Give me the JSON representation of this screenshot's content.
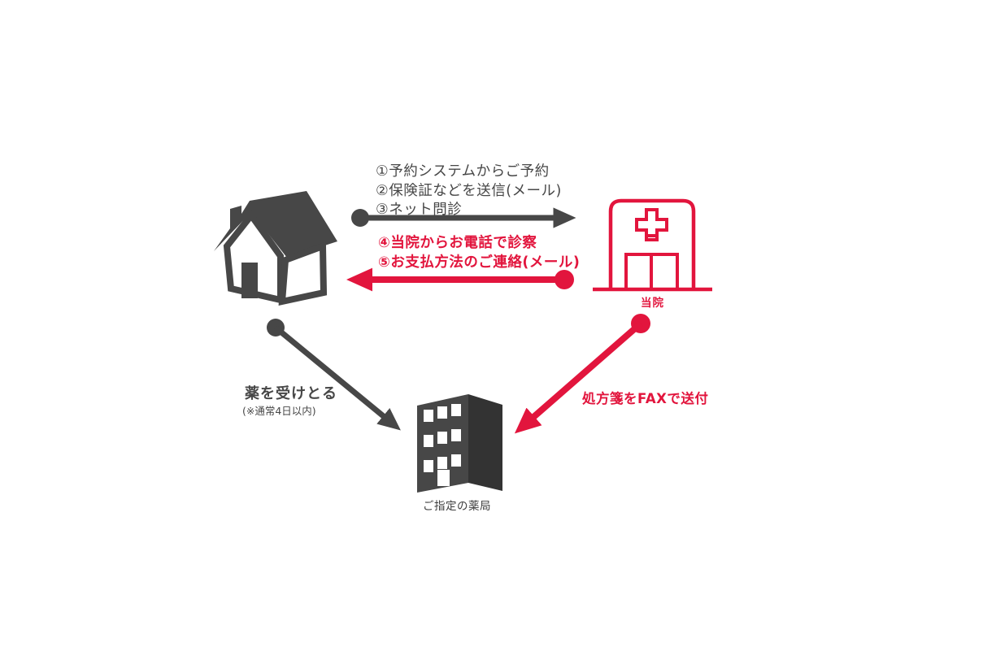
{
  "colors": {
    "background": "#ffffff",
    "dark": "#474747",
    "red": "#e2153d"
  },
  "nodes": {
    "clinic": {
      "label": "当院"
    },
    "pharmacy": {
      "label": "ご指定の薬局"
    }
  },
  "flows": {
    "home_to_clinic": {
      "steps": [
        "①予約システムからご予約",
        "②保険証などを送信(メール)",
        "③ネット問診"
      ]
    },
    "clinic_to_home": {
      "steps": [
        "④当院からお電話で診察",
        "⑤お支払方法のご連絡(メール)"
      ]
    },
    "clinic_to_pharmacy": {
      "label": "処方箋をFAXで送付"
    },
    "home_to_pharmacy": {
      "label": "薬を受けとる",
      "note": "(※通常4日以内)"
    }
  }
}
